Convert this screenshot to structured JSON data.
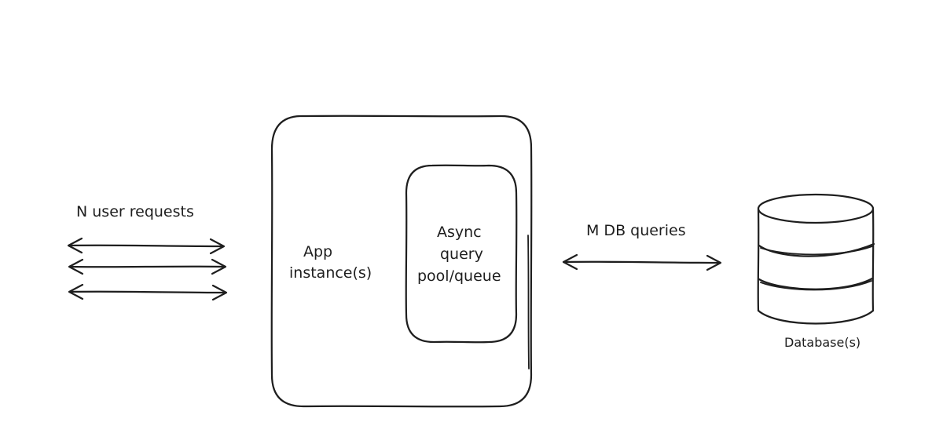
{
  "diagram": {
    "user_requests_label": "N user requests",
    "app_label_line1": "App",
    "app_label_line2": "instance(s)",
    "pool_label_line1": "Async",
    "pool_label_line2": "query",
    "pool_label_line3": "pool/queue",
    "db_queries_label": "M DB queries",
    "database_label": "Database(s)"
  }
}
